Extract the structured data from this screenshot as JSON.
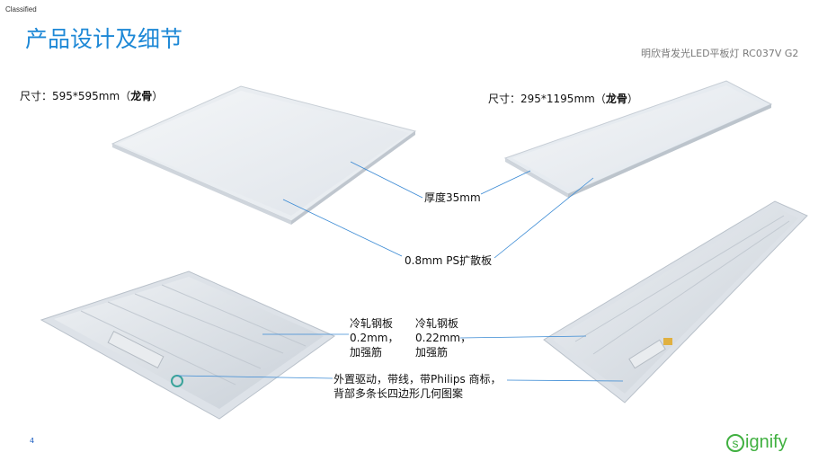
{
  "header": {
    "classification": "Classified",
    "title": "产品设计及细节",
    "product_subtitle": "明欣背发光LED平板灯 RC037V G2"
  },
  "sizes": {
    "left_prefix": "尺寸：595*595mm（",
    "left_bold": "龙骨",
    "left_suffix": "）",
    "right_prefix": "尺寸：295*1195mm（",
    "right_bold": "龙骨",
    "right_suffix": "）"
  },
  "callouts": {
    "thickness": "厚度35mm",
    "diffuser": "0.8mm PS扩散板",
    "steel_left": [
      "冷轧钢板",
      "0.2mm，",
      "加强筋"
    ],
    "steel_right": [
      "冷轧钢板",
      "0.22mm，",
      "加强筋"
    ],
    "driver": [
      "外置驱动，带线，带Philips 商标，",
      "背部多条长四边形几何图案"
    ]
  },
  "footer": {
    "page_number": "4",
    "logo_initial": "s",
    "logo_text": "ignify"
  },
  "colors": {
    "title_blue": "#1d88d6",
    "callout_line": "#3a8ad4",
    "logo_green": "#40b040"
  }
}
